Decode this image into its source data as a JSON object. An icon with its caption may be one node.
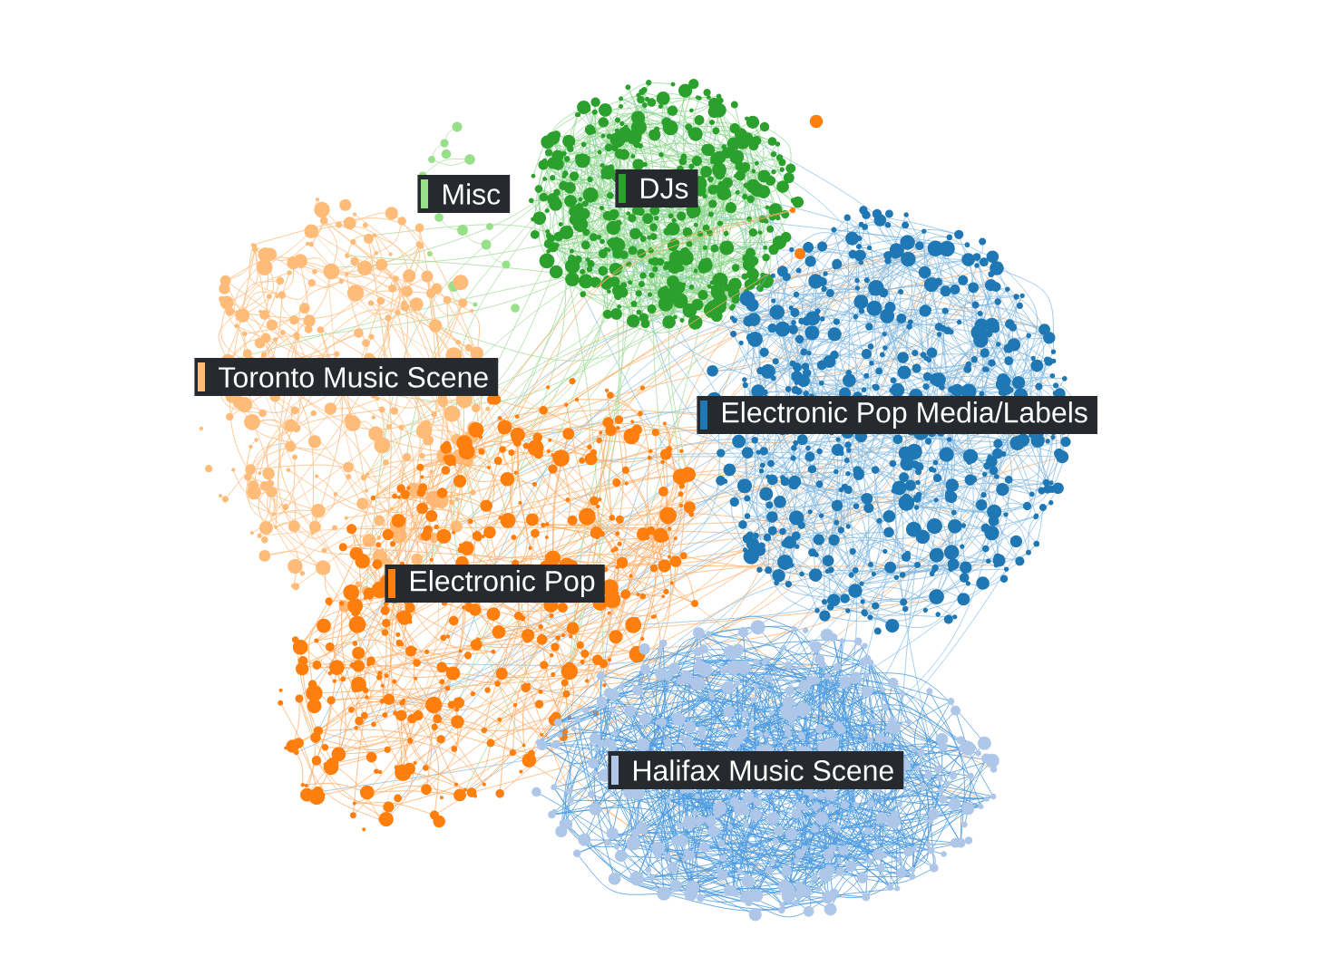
{
  "diagram": {
    "legend": [
      {
        "text": "Misc",
        "color": "#98df8a"
      },
      {
        "text": "DJs",
        "color": "#2ca02c"
      },
      {
        "text": "Toronto Music Scene",
        "color": "#ffbb78"
      },
      {
        "text": "Electronic Pop Media/Labels",
        "color": "#1f77b4"
      },
      {
        "text": "Electronic Pop",
        "color": "#ff7f0e"
      },
      {
        "text": "Halifax Music Scene",
        "color": "#aec7e8"
      }
    ]
  }
}
